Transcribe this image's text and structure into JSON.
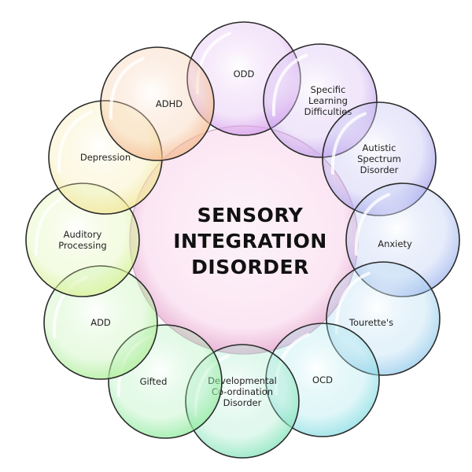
{
  "diagram": {
    "title_lines": [
      "SENSORY",
      "INTEGRATION",
      "DISORDER"
    ],
    "center_color": "#fbe6f3",
    "center_stroke": "#c9a7c0",
    "satellites": [
      {
        "id": "odd",
        "lines": [
          "ODD"
        ],
        "color": "#d9a6ee"
      },
      {
        "id": "specific-learning-difficulties",
        "lines": [
          "Specific",
          "Learning",
          "Difficulties"
        ],
        "color": "#c8a9ee"
      },
      {
        "id": "autistic-spectrum-disorder",
        "lines": [
          "Autistic",
          "Spectrum",
          "Disorder"
        ],
        "color": "#aeaaee"
      },
      {
        "id": "anxiety",
        "lines": [
          "Anxiety"
        ],
        "color": "#a9bdef"
      },
      {
        "id": "tourettes",
        "lines": [
          "Tourette's"
        ],
        "color": "#9fd0ee"
      },
      {
        "id": "ocd",
        "lines": [
          "OCD"
        ],
        "color": "#92e0e6"
      },
      {
        "id": "developmental-coordination-disorder",
        "lines": [
          "Developmental",
          "Co-ordination",
          "Disorder"
        ],
        "color": "#8ee6c0"
      },
      {
        "id": "gifted",
        "lines": [
          "Gifted"
        ],
        "color": "#98eca6"
      },
      {
        "id": "add",
        "lines": [
          "ADD"
        ],
        "color": "#b2ef9e"
      },
      {
        "id": "auditory-processing",
        "lines": [
          "Auditory",
          "Processing"
        ],
        "color": "#d8f29a"
      },
      {
        "id": "depression",
        "lines": [
          "Depression"
        ],
        "color": "#f3e79a"
      },
      {
        "id": "adhd",
        "lines": [
          "ADHD"
        ],
        "color": "#f5be94"
      }
    ]
  }
}
